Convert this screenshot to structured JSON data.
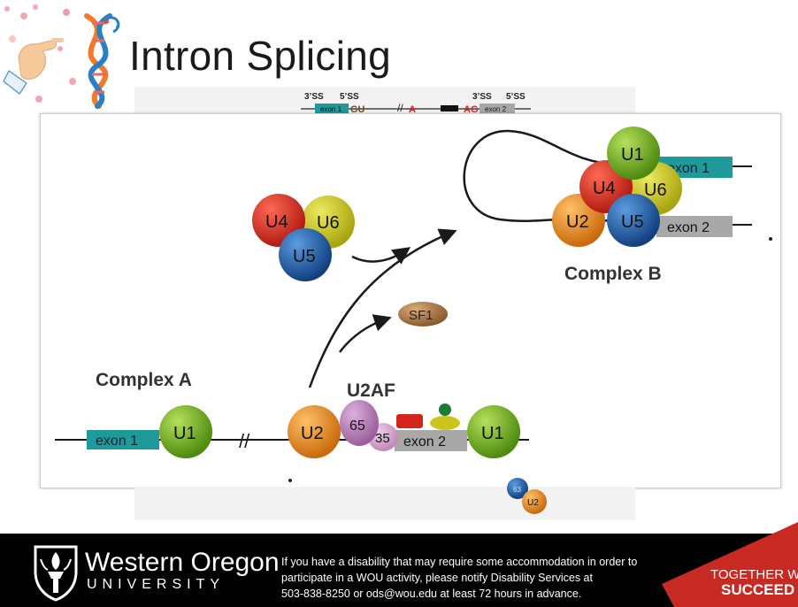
{
  "slide": {
    "title": "Intron Splicing"
  },
  "header_strip": {
    "ss3_left": "3’SS",
    "ss5_left": "5’SS",
    "exon1": "exon 1",
    "gu": "GU",
    "a": "A",
    "ag": "AG",
    "exon2": "exon 2",
    "ss3_right": "3’SS",
    "ss5_right": "5’SS"
  },
  "diagram": {
    "complex_a": {
      "label": "Complex A",
      "exon1": "exon 1",
      "u1_left": "U1",
      "u2": "U2",
      "u2af": "U2AF",
      "u2af65": "65",
      "u2af35": "35",
      "exon2": "exon 2",
      "u1_right": "U1"
    },
    "tri_snrnp": {
      "u4": "U4",
      "u6": "U6",
      "u5": "U5"
    },
    "sf1": "SF1",
    "complex_b": {
      "label": "Complex B",
      "u1": "U1",
      "exon1": "exon 1",
      "u4": "U4",
      "u6": "U6",
      "u2": "U2",
      "u5": "U5",
      "exon2": "exon 2"
    },
    "lower_fragment": {
      "u2": "U2",
      "partial": "63"
    }
  },
  "footer": {
    "university_name": "Western Oregon",
    "university_sub": "UNIVERSITY",
    "notice_lines": [
      "If you have a disability that may require some accommodation in order to",
      "participate in a WOU activity, please notify Disability Services at",
      "503-838-8250 or ods@wou.edu at least 72 hours in advance."
    ],
    "slogan_line1": "TOGETHER WE",
    "slogan_line2": "SUCCEED"
  },
  "colors": {
    "u1": "#6aa51c",
    "u2": "#e2801a",
    "u4": "#d8281e",
    "u5": "#1d5fa8",
    "u6": "#c9c51d",
    "exon1": "#1e9a9a",
    "exon2": "#a8a8a8",
    "sf1": "#a8784a",
    "u2af65": "#b27ab3",
    "u2af35": "#d3a3cf",
    "footer_bg": "#000000",
    "slogan_red": "#c62a22"
  }
}
